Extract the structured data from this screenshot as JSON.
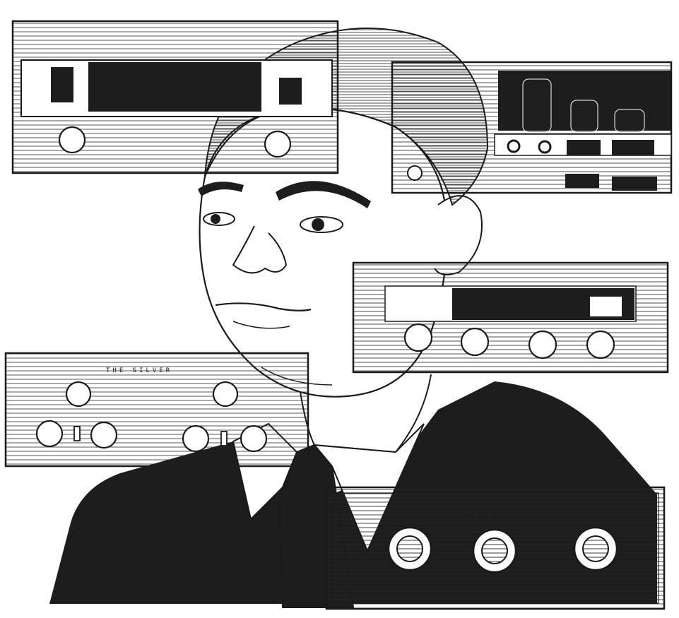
{
  "illustration": {
    "style": "pen-and-ink line drawing",
    "subject": "portrait of a man in a dark suit and tie, overlaid with hi-fi audio component panels",
    "colors": {
      "paper": "#ffffff",
      "ink": "#1a1a1a",
      "fill_dark": "#1d1d1d"
    }
  },
  "panel_labels": {
    "preamp_label": "THE SILVER",
    "tuner_label": "THE TUNER"
  }
}
